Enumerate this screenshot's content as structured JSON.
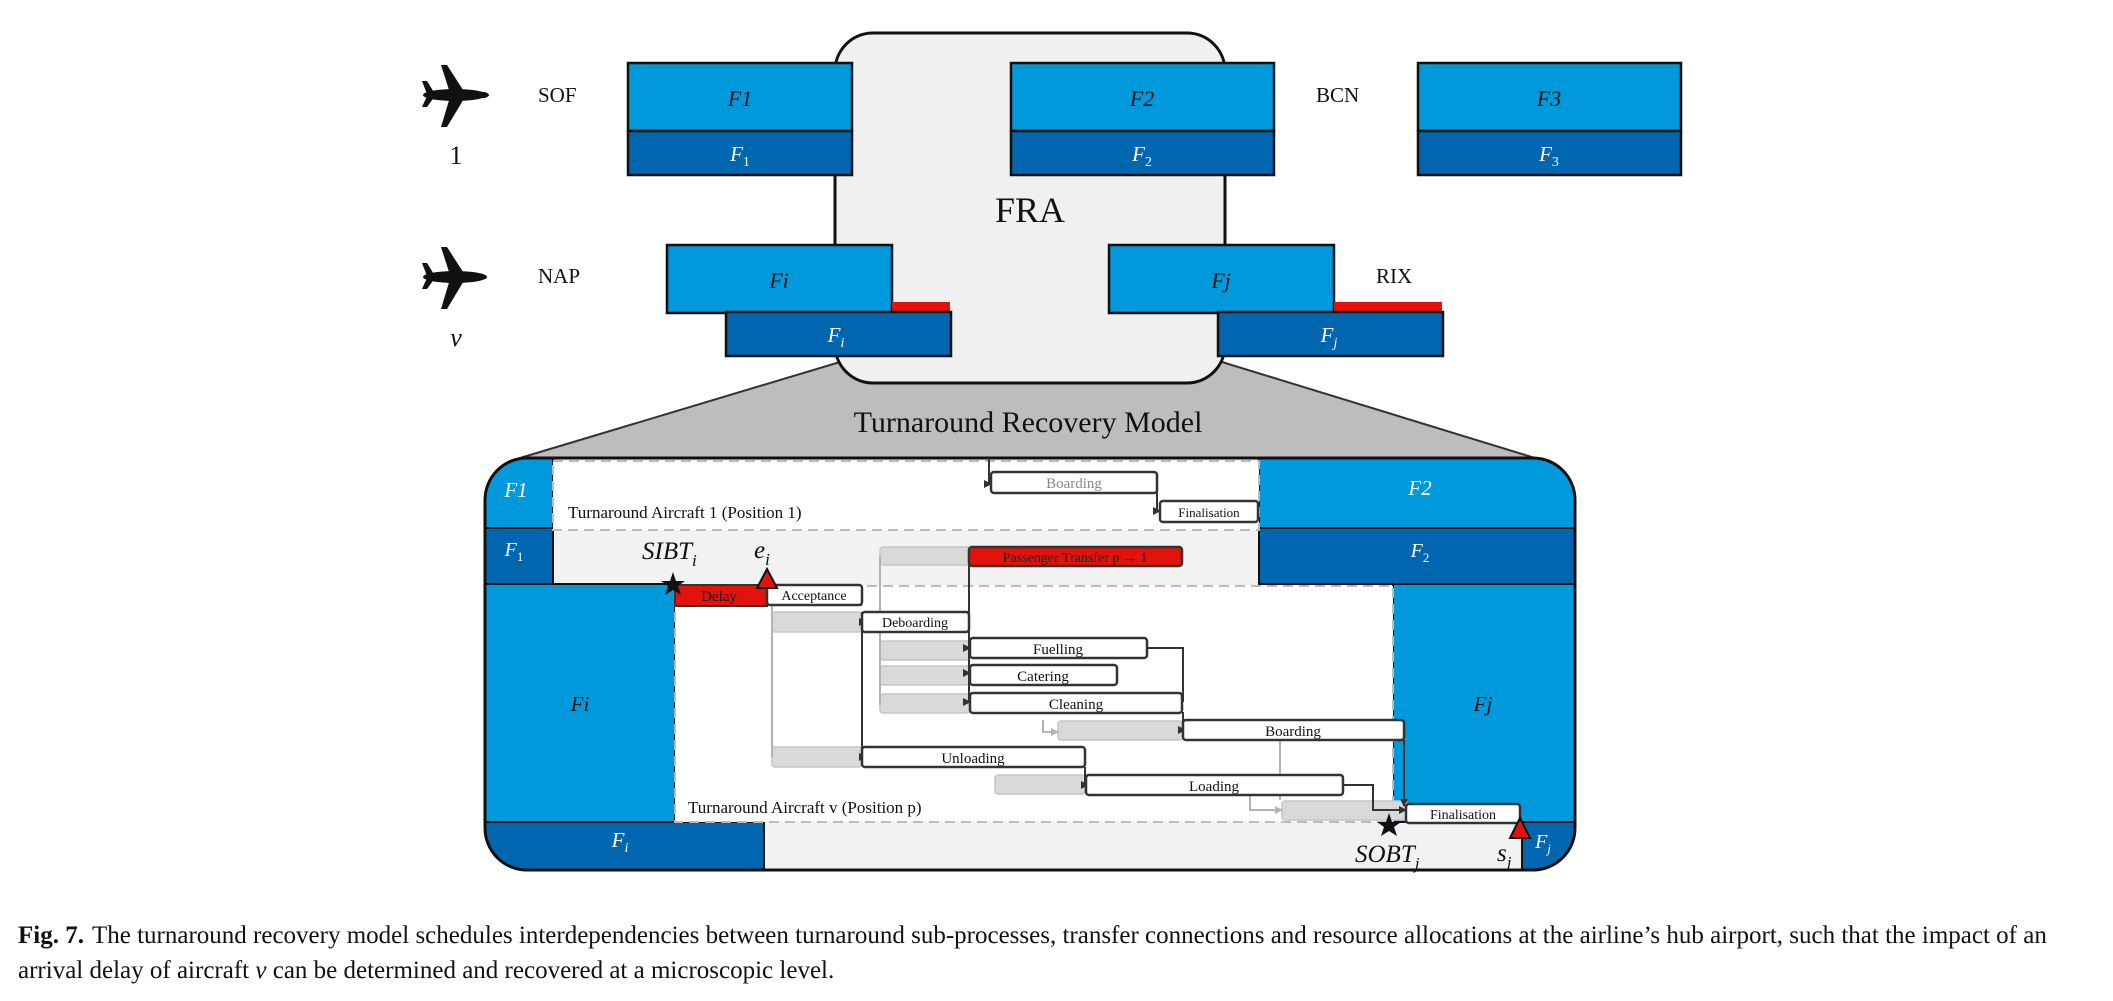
{
  "hub": {
    "label": "FRA"
  },
  "aircraft": [
    {
      "label": "1",
      "origin": "SOF",
      "dest": "BCN"
    },
    {
      "label": "v",
      "origin": "NAP",
      "dest": "RIX"
    }
  ],
  "flights_row1": [
    {
      "top": "F1",
      "sub": "F",
      "subscript": "1"
    },
    {
      "top": "F2",
      "sub": "F",
      "subscript": "2"
    },
    {
      "top": "F3",
      "sub": "F",
      "subscript": "3"
    }
  ],
  "flights_row2": [
    {
      "top": "Fi",
      "sub": "F",
      "subscript": "i"
    },
    {
      "top": "Fj",
      "sub": "F",
      "subscript": "j"
    }
  ],
  "model": {
    "title": "Turnaround Recovery Model",
    "aircraft1_label": "Turnaround Aircraft 1 (Position 1)",
    "aircraftv_label": "Turnaround Aircraft v (Position p)",
    "left_top": "F1",
    "left_sub": "F",
    "left_sub_subscript": "1",
    "right_top": "F2",
    "right_sub": "F",
    "right_sub_subscript": "2",
    "big_left": "Fi",
    "big_right": "Fj",
    "bottom_left": "F",
    "bottom_left_subscript": "i",
    "bottom_right": "F",
    "bottom_right_subscript": "j",
    "sibt": "SIBT",
    "sibt_sub": "i",
    "e": "e",
    "e_sub": "i",
    "sobt": "SOBT",
    "sobt_sub": "j",
    "s": "s",
    "s_sub": "j"
  },
  "processes": {
    "boarding_1": "Boarding",
    "finalisation_1": "Finalisation",
    "passenger_transfer": "Passenger Transfer p → 1",
    "delay": "Delay",
    "acceptance": "Acceptance",
    "deboarding": "Deboarding",
    "fuelling": "Fuelling",
    "catering": "Catering",
    "cleaning": "Cleaning",
    "boarding_v": "Boarding",
    "unloading": "Unloading",
    "loading": "Loading",
    "finalisation_v": "Finalisation"
  },
  "caption": {
    "label": "Fig. 7.",
    "text_before": "The turnaround recovery model schedules interdependencies between turnaround sub-processes, transfer connections and resource allocations at the airline’s hub airport, such that the impact of an arrival delay of aircraft",
    "var": "v",
    "text_after": "can be determined and recovered at a microscopic level."
  },
  "colors": {
    "light_blue": "#0099dc",
    "dark_blue": "#0066b0",
    "delay_red": "#e3120b",
    "hub_gray": "#f0f0f0",
    "funnel_gray": "#bdbdbd",
    "bar_gray": "#d9d9d9"
  }
}
